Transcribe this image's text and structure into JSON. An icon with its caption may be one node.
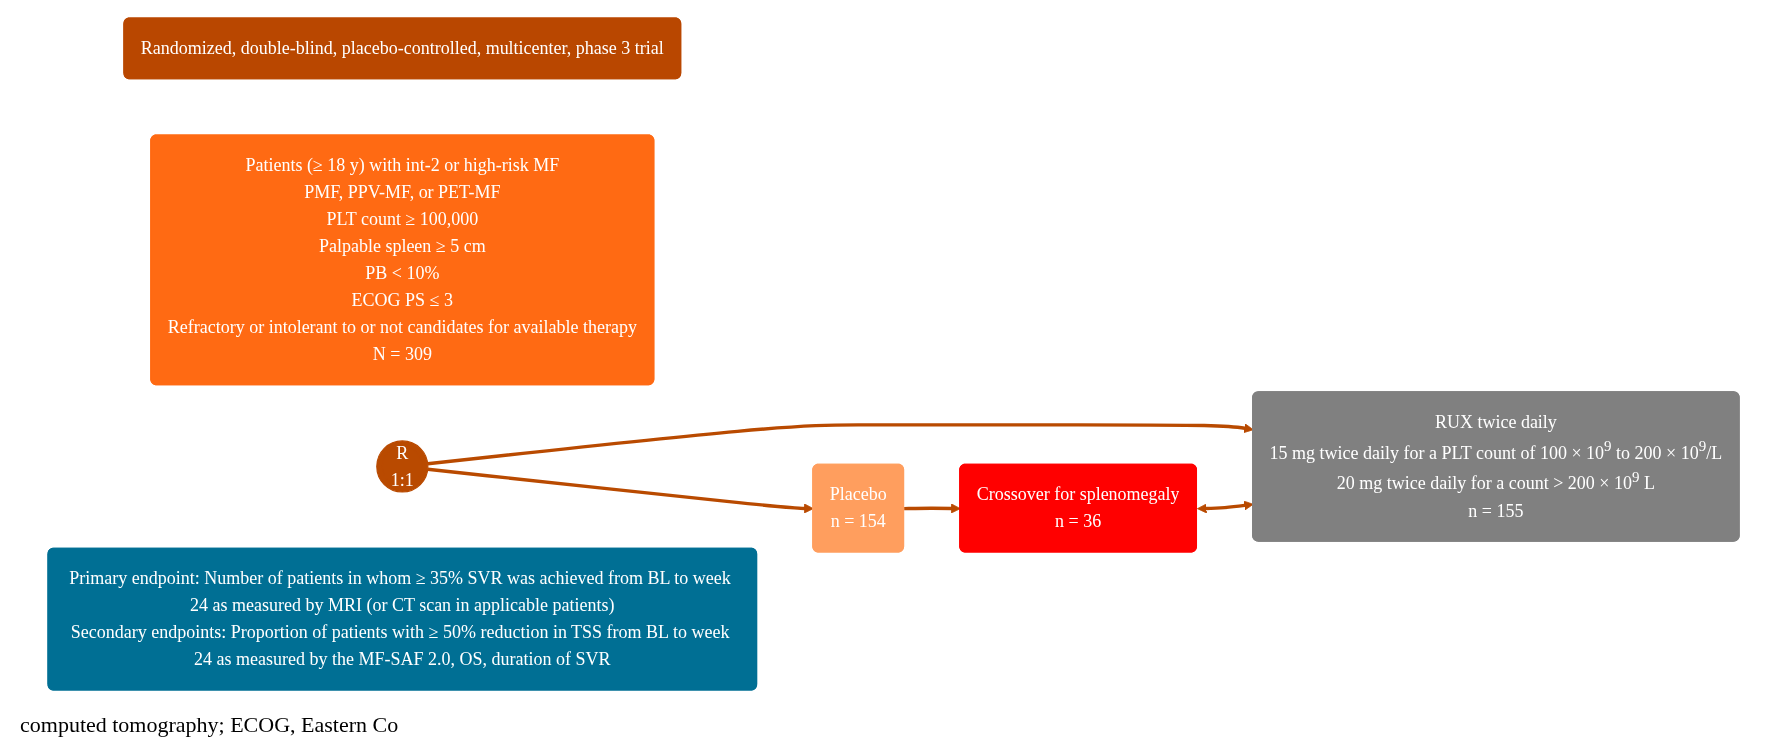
{
  "diagram": {
    "nodes": [
      {
        "text": [
          "Randomized, double-blind, placebo-controlled, multicenter, phase 3 trial"
        ]
      },
      {
        "text": [
          "Patients (≥ 18 y) with int-2 or high-risk MF",
          "PMF, PPV-MF, or PET-MF",
          "PLT count ≥ 100,000",
          "Palpable spleen ≥ 5 cm",
          "PB < 10%",
          "ECOG PS ≤ 3",
          "Refractory or intolerant to or not candidates for available therapy",
          "N = 309"
        ]
      },
      {
        "text": [
          "R",
          "1:1"
        ]
      },
      {
        "text": [
          "RUX twice daily",
          "15 mg twice daily for a PLT count of 100 × 10$^{9}$ to 200 × 10$^{9}$/L",
          "20 mg twice daily for a count > 200 × 10$^{9}$ L",
          "n = 155"
        ]
      },
      {
        "text": [
          "Placebo",
          "n =  154"
        ]
      },
      {
        "text": [
          "Crossover for splenomegaly",
          "n = 36"
        ]
      },
      {
        "text": [
          "Primary endpoint: Number of patients in whom ≥ 35% SVR was achieved from BL to week 24 as measured by MRI (or CT scan in applicable patients)",
          "Secondary endpoints: Proportion of patients with ≥ 50% reduction in TSS from BL to week 24 as measured by the MF-SAF 2.0, OS, duration of SVR"
        ]
      }
    ],
    "edges": [
      {
        "from": 2,
        "to": 3,
        "arrow": "to"
      },
      {
        "from": 2,
        "to": 4,
        "arrow": "to"
      },
      {
        "from": 4,
        "to": 5,
        "arrow": "to"
      },
      {
        "from": 5,
        "to": 3,
        "arrow": "both"
      }
    ],
    "labels": [
      "computed tomography; ECOG, Eastern Co"
    ]
  }
}
